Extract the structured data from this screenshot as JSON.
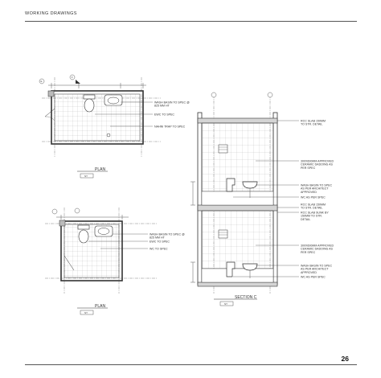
{
  "header": {
    "section_label": "WORKING DRAWINGS"
  },
  "footer": {
    "page_number": "26"
  },
  "plan_top": {
    "title": "PLAN",
    "scale": "NT",
    "grid_tags": [
      "E",
      "F"
    ],
    "annotations": [
      "WASH BASIN TO SPEC @\n825 MM HT",
      "EWC TO SPEC",
      "NAHNI TRAP TO SPEC"
    ]
  },
  "plan_bottom": {
    "title": "PLAN",
    "scale": "NT",
    "annotations": [
      "WASH BASIN TO SPEC @\n825 MM HT",
      "EWC TO SPEC",
      "WC TO SPEC"
    ]
  },
  "section": {
    "title": "SECTION C",
    "scale": "NT",
    "annotations": [
      "RCC SLAB 150MM\nTO STR. DETAIL",
      "300X600MM APPROVED\nCERAMIC DADOING AS\nPER SPEC",
      "WASH BASIN TO SPEC\nAS PER ARCHITECT\nAPPROVED",
      "WC AS PER SPEC",
      "RCC SLAB 150MM\nTO STR. DETAIL",
      "RCC SLAB SUNK BY\n150MM TO STR.\nDETAIL",
      "300X600MM APPROVED\nCERAMIC DADOING AS\nPER SPEC",
      "WASH BASIN TO SPEC\nAS PER ARCHITECT\nAPPROVED",
      "WC AS PER SPEC"
    ]
  }
}
